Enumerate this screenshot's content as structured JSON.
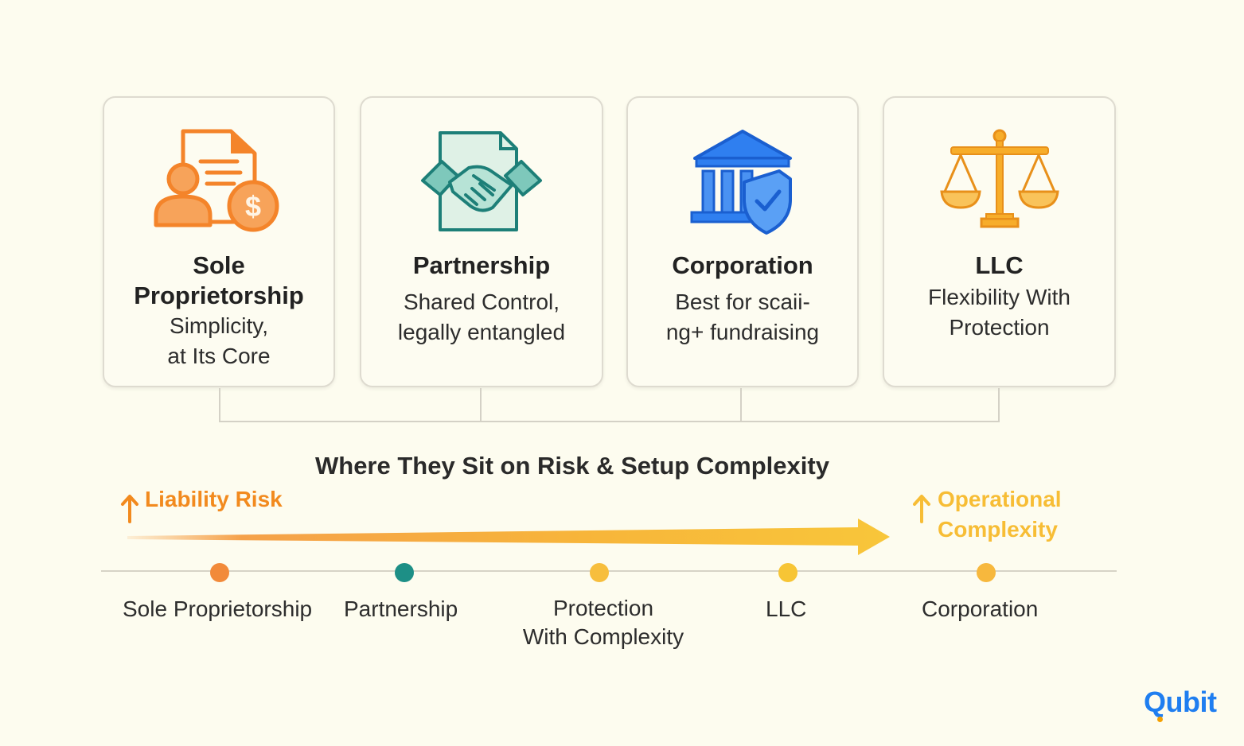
{
  "cards": [
    {
      "title_lines": [
        "Sole",
        "Proprietorship"
      ],
      "subtitle_lines": [
        "Simplicity,",
        "at Its Core"
      ],
      "icon": "person-document-dollar-icon"
    },
    {
      "title_lines": [
        "Partnership"
      ],
      "subtitle_lines": [
        "Shared Control,",
        "legally entangled"
      ],
      "icon": "handshake-document-icon"
    },
    {
      "title_lines": [
        "Corporation"
      ],
      "subtitle_lines": [
        "Best for scaii-",
        "ng+ fundraising"
      ],
      "icon": "bank-shield-icon"
    },
    {
      "title_lines": [
        "LLC"
      ],
      "subtitle_lines": [
        "Flexibility With",
        "Protection"
      ],
      "icon": "balance-scale-icon"
    }
  ],
  "heading": "Where They Sit on Risk & Setup Complexity",
  "axis": {
    "left_label": "Liability Risk",
    "right_label_lines": [
      "Operational",
      "Complexity"
    ],
    "left_color": "#f28a1e",
    "right_color": "#f7bd35"
  },
  "timeline": [
    {
      "label_lines": [
        "Sole Proprietorship"
      ],
      "dot_color": "#f28a3a"
    },
    {
      "label_lines": [
        "Partnership"
      ],
      "dot_color": "#1d8f86"
    },
    {
      "label_lines": [
        "Protection",
        "With Complexity"
      ],
      "dot_color": "#f7be3d"
    },
    {
      "label_lines": [
        "LLC"
      ],
      "dot_color": "#f7c535"
    },
    {
      "label_lines": [
        "Corporation"
      ],
      "dot_color": "#f7b83d"
    }
  ],
  "logo": "Qubit",
  "colors": {
    "orange": "#f4842a",
    "teal": "#1d7f78",
    "blue": "#2f7ff0",
    "gold": "#f7ad2a",
    "background": "#fdfcef"
  }
}
